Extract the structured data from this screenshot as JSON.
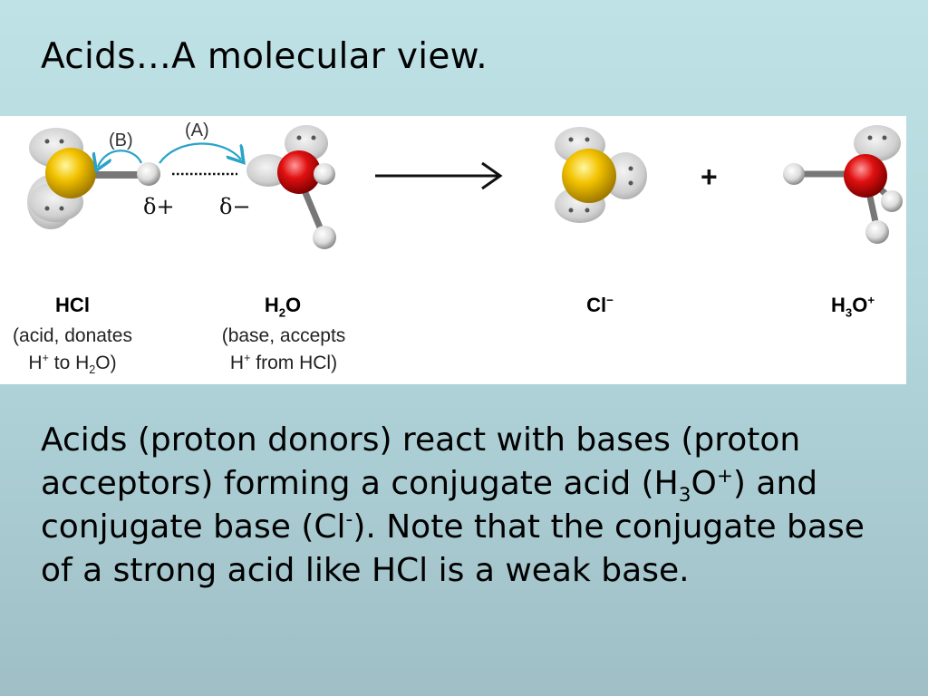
{
  "slide": {
    "title": "Acids…A molecular view."
  },
  "figure": {
    "arrow_b_label": "(B)",
    "arrow_a_label": "(A)",
    "delta_plus": "δ+",
    "delta_minus": "δ−",
    "plus_sign": "+",
    "hcl": {
      "formula": "HCl",
      "desc_line1": "(acid, donates",
      "desc_line2_pre": "H",
      "desc_line2_sup": "+",
      "desc_line2_mid": " to H",
      "desc_line2_sub": "2",
      "desc_line2_post": "O)"
    },
    "h2o": {
      "formula_pre": "H",
      "formula_sub": "2",
      "formula_post": "O",
      "desc_line1": "(base, accepts",
      "desc_line2_pre": "H",
      "desc_line2_sup": "+",
      "desc_line2_post": " from HCl)"
    },
    "cl": {
      "formula_pre": "Cl",
      "formula_sup": "−"
    },
    "h3o": {
      "formula_pre": "H",
      "formula_sub": "3",
      "formula_mid": "O",
      "formula_sup": "+"
    }
  },
  "body": {
    "part1": "Acids (proton donors) react with bases (proton acceptors) forming a conjugate acid (H",
    "sub1": "3",
    "part2": "O",
    "sup1": "+",
    "part3": ") and conjugate base (Cl",
    "sup2": "-",
    "part4": ").  Note that the conjugate base of a strong acid like HCl is a weak base."
  },
  "colors": {
    "chlorine": "#f2c200",
    "oxygen": "#e01010",
    "hydrogen": "#e8e8e8",
    "lone_pair": "#cfcfcf",
    "curved_arrow": "#29a3c9"
  }
}
